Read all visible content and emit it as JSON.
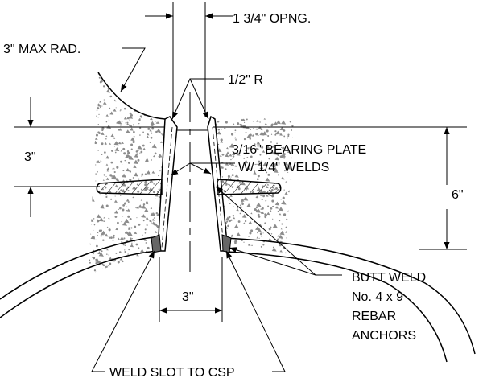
{
  "labels": {
    "opening": "1 3/4\" OPNG.",
    "max_radius": "3\" MAX RAD.",
    "half_radius": "1/2\" R",
    "bearing_plate_1": "3/16\" BEARING PLATE",
    "bearing_plate_2": "W/ 1/4\" WELDS",
    "dim_left": "3\"",
    "dim_right": "6\"",
    "dim_bottom": "3\"",
    "butt_weld_1": "BUTT WELD",
    "butt_weld_2": "No. 4 x 9",
    "butt_weld_3": "REBAR",
    "butt_weld_4": "ANCHORS",
    "weld_slot": "WELD SLOT TO CSP"
  },
  "colors": {
    "ink": "#000000",
    "background": "#ffffff",
    "concrete_speckle": "#8c8c8c"
  }
}
